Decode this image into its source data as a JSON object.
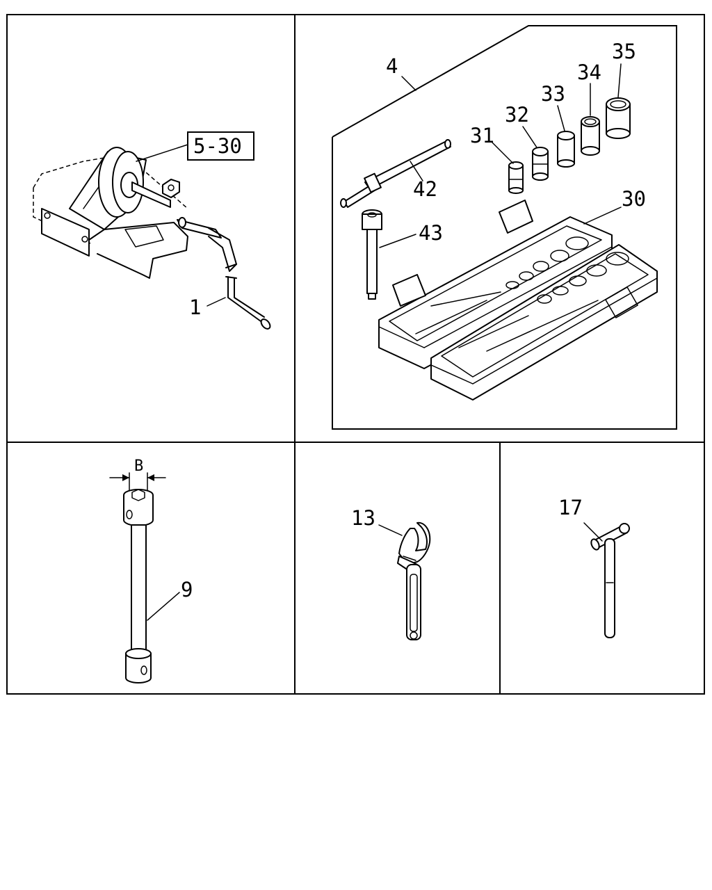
{
  "callouts": {
    "ref_5_30": "5-30",
    "c1": "1",
    "c4": "4",
    "c42": "42",
    "c43": "43",
    "c31": "31",
    "c32": "32",
    "c33": "33",
    "c34": "34",
    "c35": "35",
    "c30": "30",
    "dim_b": "B",
    "c9": "9",
    "c13": "13",
    "c17": "17"
  }
}
